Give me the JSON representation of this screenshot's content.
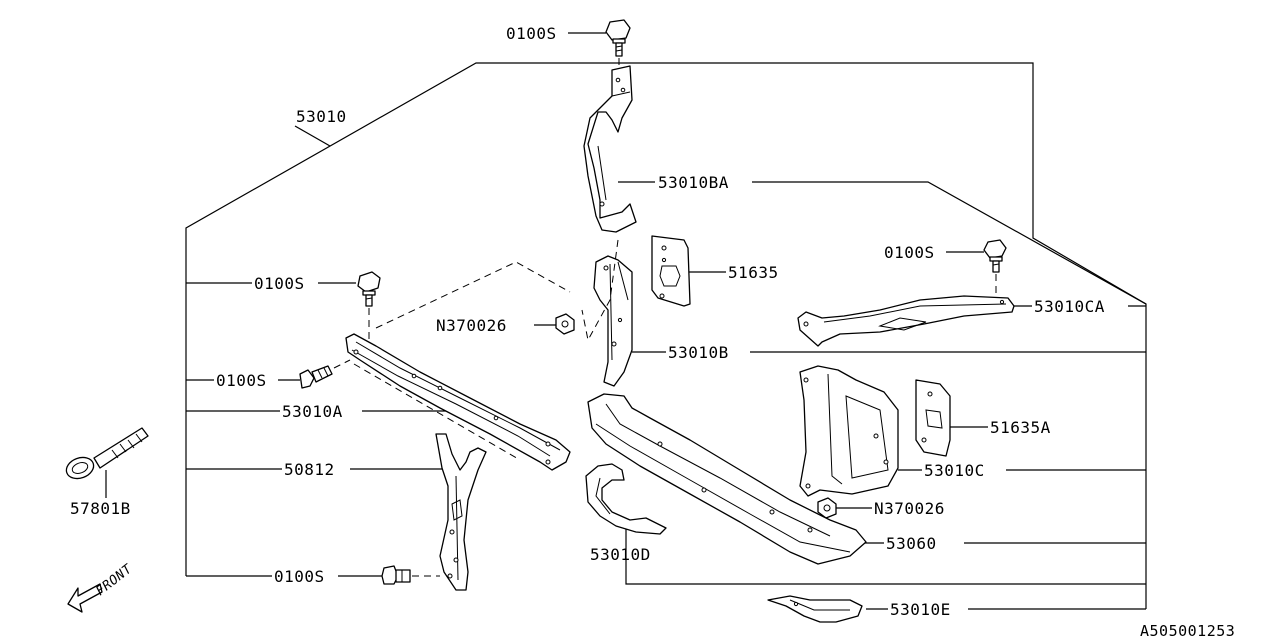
{
  "diagram": {
    "code": "A505001253",
    "front_label": "FRONT",
    "labels": {
      "bolt_top": "0100S",
      "assembly": "53010",
      "upper_bracket": "53010BA",
      "plate": "51635",
      "nut_left": "N370026",
      "side_bracket": "53010B",
      "bolt_right": "0100S",
      "upper_right": "53010CA",
      "bolt_left_1": "0100S",
      "bolt_left_2": "0100S",
      "upper_member": "53010A",
      "lock_stay": "50812",
      "bolt_left_3": "0100S",
      "tow_hook": "57801B",
      "plate_right": "51635A",
      "side_bracket_right": "53010C",
      "nut_right": "N370026",
      "lower_member": "53060",
      "lower_bracket": "53010D",
      "lower_bracket_right": "53010E"
    }
  }
}
